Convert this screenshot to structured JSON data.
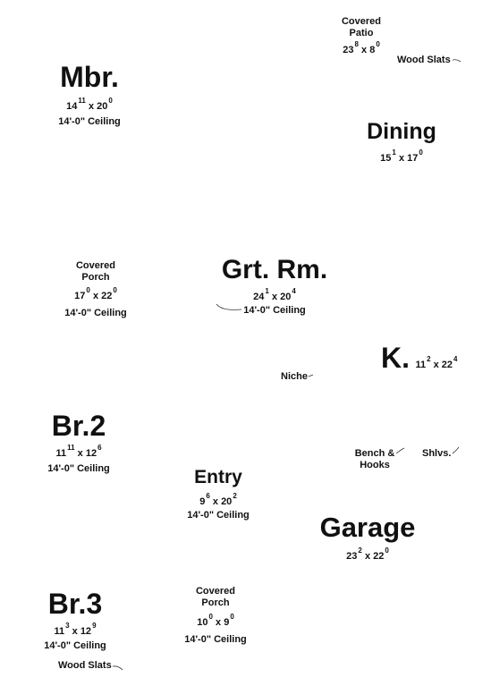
{
  "rooms": {
    "covered_patio": {
      "name_line1": "Covered",
      "name_line2": "Patio",
      "dim_w": "23",
      "dim_w_sup": "8",
      "dim_d": "8",
      "dim_d_sup": "0"
    },
    "mbr": {
      "name": "Mbr.",
      "dim_w": "14",
      "dim_w_sup": "11",
      "dim_d": "20",
      "dim_d_sup": "0",
      "ceiling": "14'-0\" Ceiling"
    },
    "dining": {
      "name": "Dining",
      "dim_w": "15",
      "dim_w_sup": "1",
      "dim_d": "17",
      "dim_d_sup": "0"
    },
    "covered_porch_left": {
      "name_line1": "Covered",
      "name_line2": "Porch",
      "dim_w": "17",
      "dim_w_sup": "0",
      "dim_d": "22",
      "dim_d_sup": "0",
      "ceiling": "14'-0\" Ceiling"
    },
    "grt_rm": {
      "name": "Grt. Rm.",
      "dim_w": "24",
      "dim_w_sup": "1",
      "dim_d": "20",
      "dim_d_sup": "4",
      "ceiling": "14'-0\" Ceiling"
    },
    "kitchen": {
      "name": "K.",
      "dim_w": "11",
      "dim_w_sup": "2",
      "dim_d": "22",
      "dim_d_sup": "4"
    },
    "br2": {
      "name": "Br.2",
      "dim_w": "11",
      "dim_w_sup": "11",
      "dim_d": "12",
      "dim_d_sup": "6",
      "ceiling": "14'-0\" Ceiling"
    },
    "entry": {
      "name": "Entry",
      "dim_w": "9",
      "dim_w_sup": "6",
      "dim_d": "20",
      "dim_d_sup": "2",
      "ceiling": "14'-0\" Ceiling"
    },
    "garage": {
      "name": "Garage",
      "dim_w": "23",
      "dim_w_sup": "2",
      "dim_d": "22",
      "dim_d_sup": "0"
    },
    "br3": {
      "name": "Br.3",
      "dim_w": "11",
      "dim_w_sup": "3",
      "dim_d": "12",
      "dim_d_sup": "9",
      "ceiling": "14'-0\" Ceiling"
    },
    "covered_porch_front": {
      "name_line1": "Covered",
      "name_line2": "Porch",
      "dim_w": "10",
      "dim_w_sup": "0",
      "dim_d": "9",
      "dim_d_sup": "0",
      "ceiling": "14'-0\" Ceiling"
    }
  },
  "notes": {
    "wood_slats_top": "Wood Slats",
    "niche": "Niche",
    "bench_line1": "Bench &",
    "bench_line2": "Hooks",
    "shelves": "Shlvs.",
    "wood_slats_bottom": "Wood Slats"
  },
  "dim_separator": "x"
}
